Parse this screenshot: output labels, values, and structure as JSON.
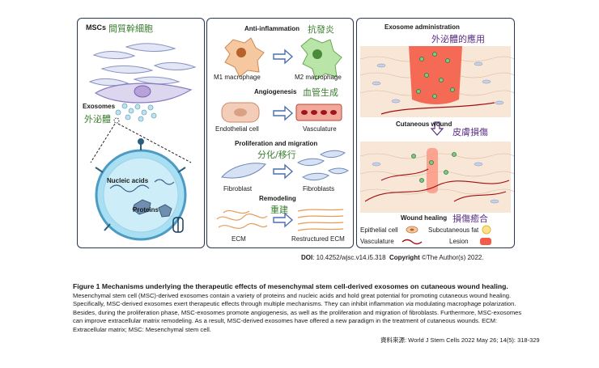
{
  "panel_msc": {
    "title": "MSCs",
    "title_zh": "間質幹細胞",
    "exosomes": "Exosomes",
    "exosomes_zh": "外泌體",
    "nucleic_acids": "Nucleic acids",
    "proteins": "Proteins"
  },
  "panel_mechanisms": {
    "anti_inflammation": "Anti-inflammation",
    "anti_inflammation_zh": "抗發炎",
    "m1": "M1 macrophage",
    "m2": "M2 macrophage",
    "angiogenesis": "Angiogenesis",
    "angiogenesis_zh": "血管生成",
    "endothelial": "Endothelial cell",
    "vasculature": "Vasculature",
    "proliferation": "Proliferation and migration",
    "proliferation_zh": "分化/移行",
    "fibroblast": "Fibroblast",
    "fibroblasts": "Fibroblasts",
    "remodeling": "Remodeling",
    "remodeling_zh": "重建",
    "ecm": "ECM",
    "restructured_ecm": "Restructured ECM"
  },
  "panel_wound": {
    "exosome_admin": "Exosome administration",
    "exosome_admin_zh": "外泌體的應用",
    "cutaneous_wound": "Cutaneous wound",
    "cutaneous_wound_zh": "皮膚損傷",
    "wound_healing": "Wound healing",
    "wound_healing_zh": "損傷癒合",
    "legend": {
      "epithelial": "Epithelial cell",
      "subcutaneous": "Subcutaneous fat",
      "vasculature": "Vasculature",
      "lesion": "Lesion"
    }
  },
  "doi": {
    "label": "DOI",
    "value": ": 10.4252/wjsc.v14.i5.318",
    "copyright_label": "Copyright",
    "copyright_value": " ©The Author(s) 2022."
  },
  "caption": {
    "title": "Figure 1 Mechanisms underlying the therapeutic effects of mesenchymal stem cell-derived exosomes on cutaneous wound healing.",
    "line1": "Mesenchymal stem cell (MSC)-derived exosomes contain a variety of proteins and nucleic acids and hold great potential for promoting cutaneous wound healing.",
    "line2a": "Specifically, MSC-derived exosomes exert therapeutic effects through multiple mechanisms. They can inhibit inflammation ",
    "line2_via": "via",
    "line2b": " modulating macrophage polarization.",
    "line3": "Besides, during the proliferation phase, MSC-exosomes promote angiogenesis, as well as the proliferation and migration of fibroblasts. Furthermore, MSC-exosomes",
    "line4": "can improve extracellular matrix remodeling. As a result, MSC-derived exosomes have offered a new paradigm in the treatment of cutaneous wounds. ECM:",
    "line5": "Extracellular matrix; MSC: Mesenchymal stem cell."
  },
  "source": "資料來源: World J Stem Cells 2022 May 26; 14(5): 318-329",
  "colors": {
    "panel_border": "#2a3550",
    "arrow": "#4a6fb0",
    "green_text": "#3a7d2e",
    "purple_text": "#5a2d82",
    "lesion": "#f25a4a",
    "vessel": "#a01010"
  }
}
